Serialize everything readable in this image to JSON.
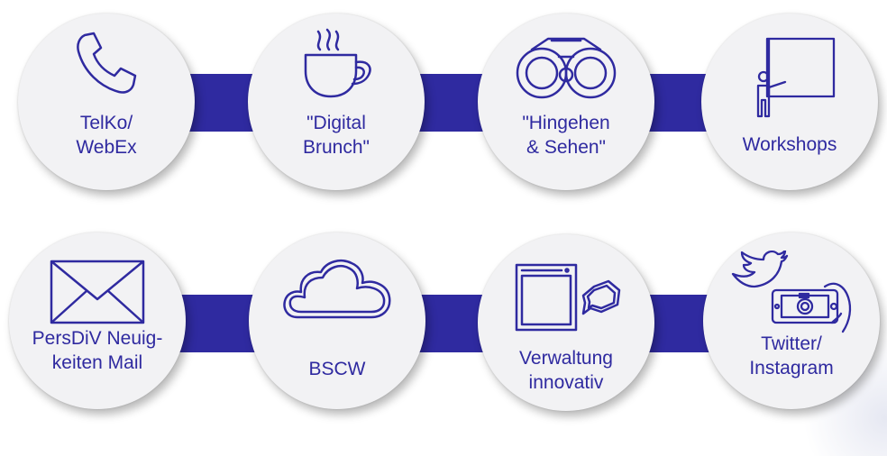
{
  "colors": {
    "accent": "#2f2aa0",
    "circle_fill": "#f2f2f4"
  },
  "row1": [
    {
      "icon": "phone-icon",
      "label": "TelKo/\nWebEx"
    },
    {
      "icon": "coffee-cup-icon",
      "label": "\"Digital\nBrunch\""
    },
    {
      "icon": "binoculars-icon",
      "label": "\"Hingehen\n& Sehen\""
    },
    {
      "icon": "presenter-board-icon",
      "label": "Workshops"
    }
  ],
  "row2": [
    {
      "icon": "envelope-icon",
      "label": "PersDiV Neuig-\nkeiten Mail"
    },
    {
      "icon": "cloud-icon",
      "label": "BSCW"
    },
    {
      "icon": "window-chat-icon",
      "label": "Verwaltung\ninnovativ"
    },
    {
      "icon": "twitter-camera-icon",
      "label": "Twitter/\nInstagram"
    }
  ]
}
